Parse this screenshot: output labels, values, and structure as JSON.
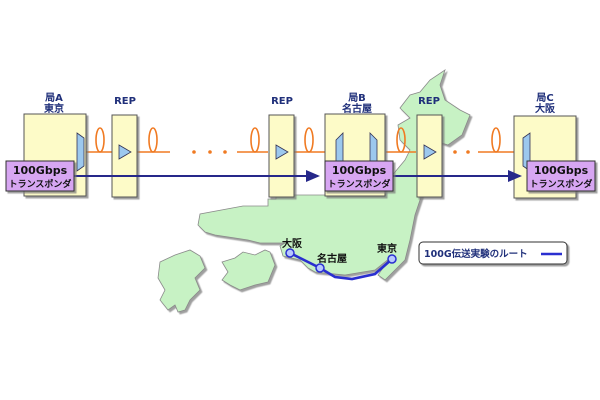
{
  "diagram": {
    "stations": [
      {
        "id": "A",
        "label_top": "局A",
        "label_city": "東京"
      },
      {
        "id": "B",
        "label_top": "局B",
        "label_city": "名古屋"
      },
      {
        "id": "C",
        "label_top": "局C",
        "label_city": "大阪"
      }
    ],
    "repeaters": [
      {
        "label": "REP"
      },
      {
        "label": "REP"
      },
      {
        "label": "REP"
      }
    ],
    "transponder": {
      "line1": "100Gbps",
      "line2": "トランスポンダ"
    },
    "map": {
      "cities": [
        {
          "name": "大阪"
        },
        {
          "name": "名古屋"
        },
        {
          "name": "東京"
        }
      ]
    },
    "legend": {
      "text": "100G伝送実験のルート"
    },
    "colors": {
      "station_fill": "#fdfbc8",
      "transponder_fill": "#d7a6f2",
      "fiber": "#f07a22",
      "signal_line": "#26288a",
      "map_fill": "#c7f2c4",
      "route": "#2a2fd0",
      "amp_fill": "#9cc8ee"
    }
  }
}
